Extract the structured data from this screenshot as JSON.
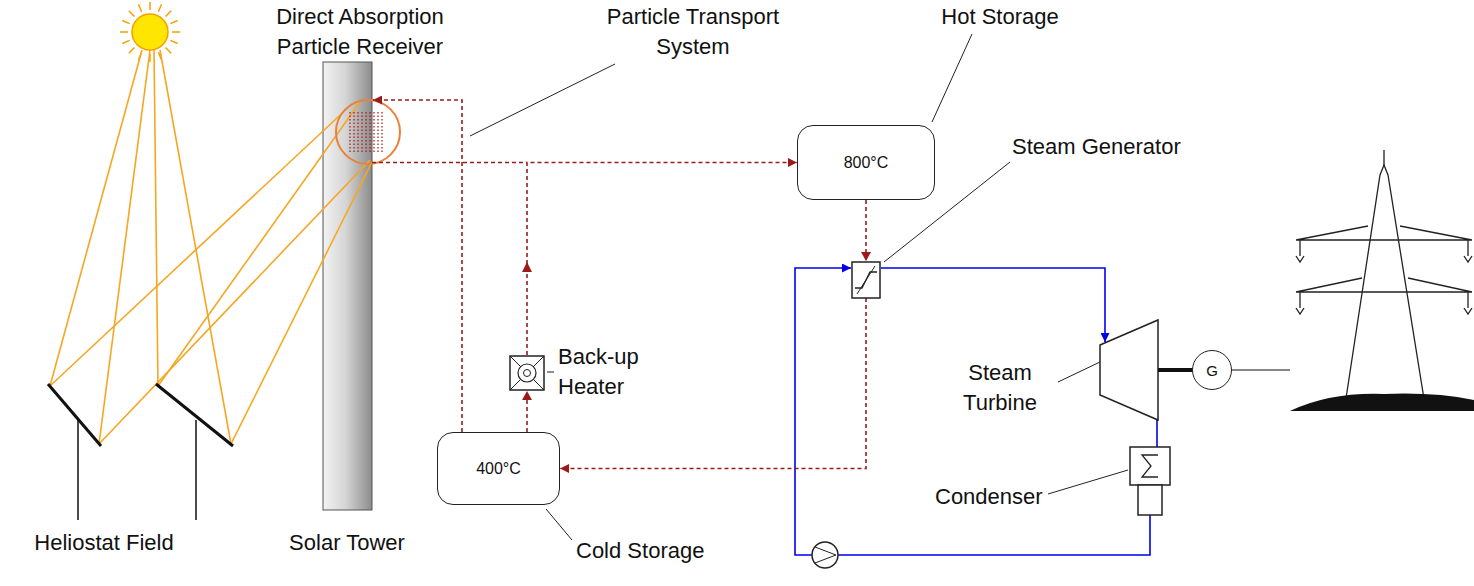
{
  "diagram": {
    "nodes": [
      {
        "text": [
          "800°C"
        ]
      },
      {
        "text": [
          "400°C"
        ]
      },
      {
        "text": [
          "G"
        ]
      }
    ],
    "edges": [
      {
        "from": 0,
        "to": 1,
        "arrow": "to"
      },
      {
        "from": 1,
        "to": 0,
        "arrow": "to"
      }
    ],
    "labels": [
      "Direct Absorption Particle Receiver",
      "Particle Transport System",
      "Hot Storage",
      "Steam Generator",
      "Back-up Heater",
      "Steam Turbine",
      "Condenser",
      "Cold Storage",
      "Heliostat Field",
      "Solar Tower"
    ]
  }
}
